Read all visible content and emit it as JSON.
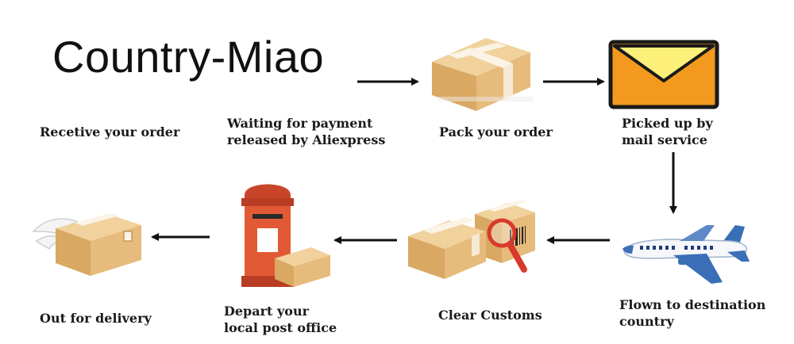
{
  "brand": {
    "title": "Country-Miao"
  },
  "steps": {
    "receive": {
      "label": "Recetive your order"
    },
    "waiting": {
      "line1": "Waiting for payment",
      "line2": "released by Aliexpress"
    },
    "pack": {
      "label": "Pack your order"
    },
    "picked": {
      "line1": "Picked up by",
      "line2": "mail service"
    },
    "flown": {
      "line1": "Flown to destination",
      "line2": "country"
    },
    "customs": {
      "label": "Clear Customs"
    },
    "depart": {
      "line1": "Depart your",
      "line2": "local post office"
    },
    "delivery": {
      "label": "Out for delivery"
    }
  },
  "icons": {
    "pack": "package-box-icon",
    "picked": "envelope-icon",
    "flown": "airplane-icon",
    "customs": "customs-inspection-icon",
    "depart": "post-box-icon",
    "delivery": "delivery-box-icon"
  },
  "colors": {
    "box": "#e2b77a",
    "envelope": "#f39a1e",
    "postbox": "#e25a35",
    "plane_blue": "#3a6fb7",
    "arrow": "#111111"
  }
}
